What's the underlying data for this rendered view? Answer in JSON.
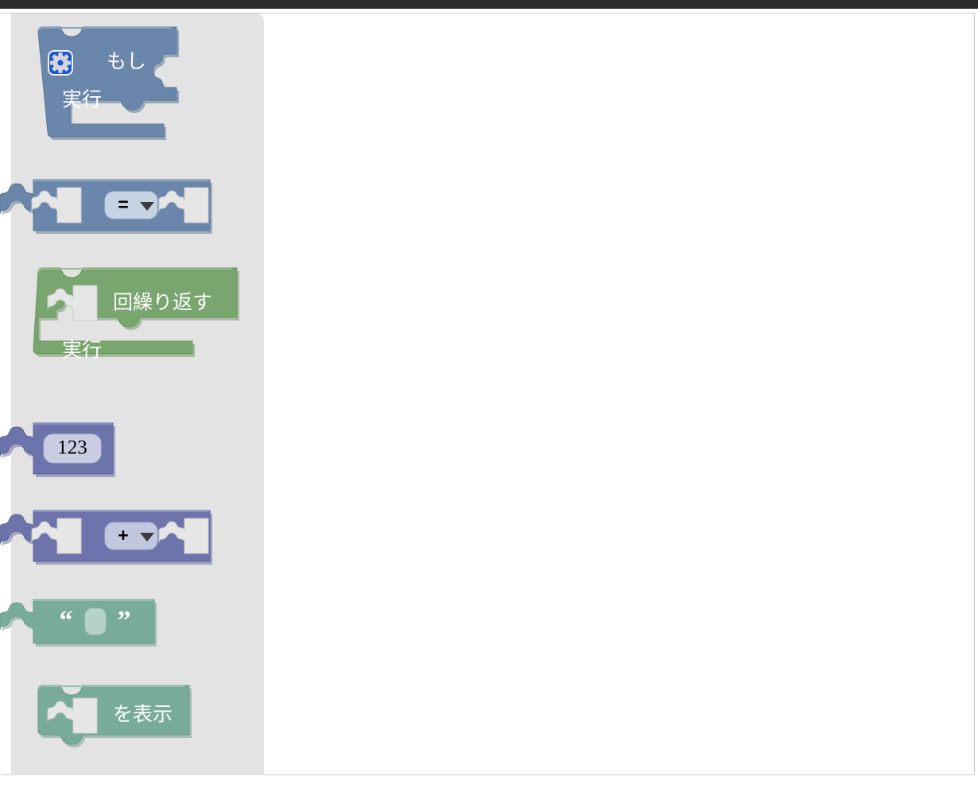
{
  "app": {
    "surface": "blockly-workspace",
    "flyout_background": "#e3e3e3",
    "workspace_background": "#ffffff",
    "top_bar_color": "#2b2b2b"
  },
  "toolbox": {
    "name": "block-flyout",
    "blocks": [
      {
        "id": "controls_if",
        "name": "block-controls-if",
        "kind": "statement",
        "color": "#6a87ab",
        "color_dark": "#5a7696",
        "color_light": "#88a2c0",
        "has_mutator": true,
        "mutator_icon": "gear-icon",
        "mutator_color": "#1a56d6",
        "labels": [
          {
            "text": "もし",
            "role": "if-label"
          },
          {
            "text": "実行",
            "role": "do-label"
          }
        ]
      },
      {
        "id": "logic_compare",
        "name": "block-logic-compare",
        "kind": "value",
        "color": "#6a87ab",
        "color_dark": "#5a7696",
        "color_light": "#88a2c0",
        "field": {
          "type": "dropdown",
          "value": "=",
          "name": "comparison-operator-dropdown",
          "options": [
            "=",
            "≠",
            "<",
            "≤",
            ">",
            "≥"
          ]
        }
      },
      {
        "id": "controls_repeat_ext",
        "name": "block-controls-repeat",
        "kind": "statement",
        "color": "#79a56e",
        "color_dark": "#6a9460",
        "color_light": "#96bb8c",
        "labels": [
          {
            "text": "回繰り返す",
            "role": "repeat-label"
          },
          {
            "text": "実行",
            "role": "do-label"
          }
        ]
      },
      {
        "id": "math_number",
        "name": "block-math-number",
        "kind": "value",
        "color": "#6c74ab",
        "color_dark": "#5d6599",
        "color_light": "#8a92c4",
        "field": {
          "type": "number",
          "value": "123",
          "name": "number-field"
        }
      },
      {
        "id": "math_arithmetic",
        "name": "block-math-arithmetic",
        "kind": "value",
        "color": "#6c74ab",
        "color_dark": "#5d6599",
        "color_light": "#8a92c4",
        "field": {
          "type": "dropdown",
          "value": "+",
          "name": "arithmetic-operator-dropdown",
          "options": [
            "+",
            "-",
            "×",
            "÷",
            "^"
          ]
        }
      },
      {
        "id": "text",
        "name": "block-text-string",
        "kind": "value",
        "color": "#78ab99",
        "color_dark": "#699a88",
        "color_light": "#97c0b2",
        "field": {
          "type": "text",
          "value": "",
          "name": "string-field"
        },
        "quote_open": "“",
        "quote_close": "”"
      },
      {
        "id": "text_print",
        "name": "block-text-print",
        "kind": "statement",
        "color": "#78ab99",
        "color_dark": "#699a88",
        "color_light": "#97c0b2",
        "labels": [
          {
            "text": "を表示",
            "role": "print-label"
          }
        ]
      }
    ]
  }
}
